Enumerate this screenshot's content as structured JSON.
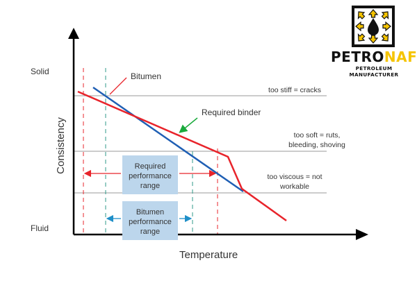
{
  "axes": {
    "y_label": "Consistency",
    "x_label": "Temperature",
    "y_top": "Solid",
    "y_bottom": "Fluid"
  },
  "zones": {
    "too_stiff": "too stiff = cracks",
    "too_soft_line1": "too soft = ruts,",
    "too_soft_line2": "bleeding, shoving",
    "too_viscous_line1": "too viscous = not",
    "too_viscous_line2": "workable"
  },
  "curves": {
    "bitumen_label": "Bitumen",
    "binder_label": "Required binder",
    "bitumen_color": "#1f5fb4",
    "binder_color": "#e8242b"
  },
  "boxes": {
    "required_line1": "Required",
    "required_line2": "performance",
    "required_line3": "range",
    "bitumen_line1": "Bitumen",
    "bitumen_line2": "performance",
    "bitumen_line3": "range",
    "fill_color": "#bcd6ec"
  },
  "logo": {
    "brand_main": "PETRO",
    "brand_accent": "NAFT",
    "tagline": "PETROLEUM MANUFACTURER",
    "accent_color": "#f5c400"
  }
}
